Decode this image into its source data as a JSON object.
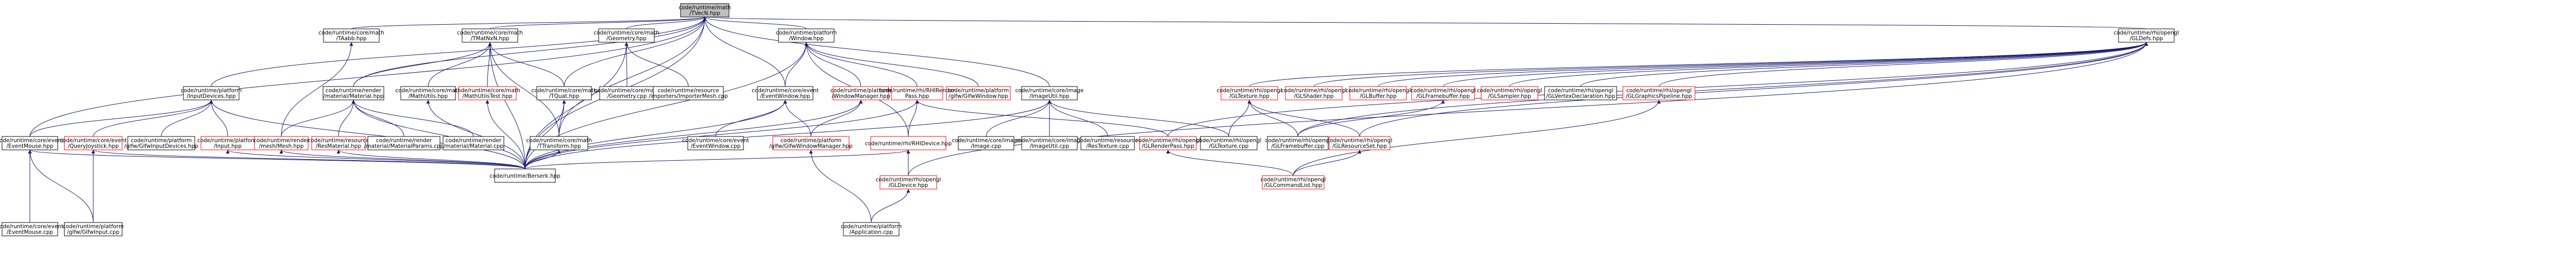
{
  "colors": {
    "edge": "#191970",
    "normal_fill": "#ffffff",
    "normal_border": "#000000",
    "red_border": "#ff0000",
    "focus_fill": "#bfbfbf"
  },
  "nodes": [
    {
      "id": "tvecn",
      "style": "focus",
      "lines": [
        "code/runtime/math",
        "/TVecN.hpp"
      ]
    },
    {
      "id": "tmat",
      "style": "normal",
      "lines": [
        "code/runtime/core/math",
        "/TMatNxN.hpp"
      ]
    },
    {
      "id": "geom",
      "style": "normal",
      "lines": [
        "code/runtime/core/math",
        "/Geometry.hpp"
      ]
    },
    {
      "id": "window",
      "style": "normal",
      "lines": [
        "code/runtime/platform",
        "/Window.hpp"
      ]
    },
    {
      "id": "taabb",
      "style": "normal",
      "lines": [
        "code/runtime/core/math",
        "/TAabb.hpp"
      ]
    },
    {
      "id": "inputdev",
      "style": "normal",
      "lines": [
        "code/runtime/platform",
        "/InputDevices.hpp"
      ]
    },
    {
      "id": "gldefs",
      "style": "normal",
      "lines": [
        "code/runtime/rhi/opengl",
        "/GLDefs.hpp"
      ]
    },
    {
      "id": "eventmouse",
      "style": "normal",
      "lines": [
        "code/runtime/core/event",
        "/EventMouse.hpp"
      ]
    },
    {
      "id": "eventmouse_cpp",
      "style": "normal",
      "lines": [
        "code/runtime/core/event",
        "/EventMouse.cpp"
      ]
    },
    {
      "id": "queryjoy",
      "style": "red",
      "lines": [
        "code/runtime/core/event",
        "/QueryJoystick.hpp"
      ]
    },
    {
      "id": "glfwinput_cpp",
      "style": "normal",
      "lines": [
        "code/runtime/platform",
        "/glfw/GlfwInput.cpp"
      ]
    },
    {
      "id": "glfwinputdev",
      "style": "normal",
      "lines": [
        "code/runtime/platform",
        "/glfw/GlfwInputDevices.hpp"
      ]
    },
    {
      "id": "input",
      "style": "red",
      "lines": [
        "code/runtime/platform",
        "/Input.hpp"
      ]
    },
    {
      "id": "material",
      "style": "normal",
      "lines": [
        "code/runtime/render",
        "/material/Material.hpp"
      ]
    },
    {
      "id": "mesh",
      "style": "red",
      "lines": [
        "code/runtime/render",
        "/mesh/Mesh.hpp"
      ]
    },
    {
      "id": "resmaterial",
      "style": "red",
      "lines": [
        "code/runtime/resource",
        "/ResMaterial.hpp"
      ]
    },
    {
      "id": "materialparams",
      "style": "normal",
      "lines": [
        "code/runtime/render",
        "/material/MaterialParams.cpp"
      ]
    },
    {
      "id": "material_cpp",
      "style": "normal",
      "lines": [
        "code/runtime/render",
        "/material/Material.cpp"
      ]
    },
    {
      "id": "mathutils",
      "style": "normal",
      "lines": [
        "code/runtime/core/math",
        "/MathUtils.hpp"
      ]
    },
    {
      "id": "mathutilstest",
      "style": "red",
      "lines": [
        "code/runtime/core/math",
        "/MathUtilsTest.hpp"
      ]
    },
    {
      "id": "tquat",
      "style": "normal",
      "lines": [
        "code/runtime/core/math",
        "/TQuat.hpp"
      ]
    },
    {
      "id": "ttransform",
      "style": "normal",
      "lines": [
        "code/runtime/core/math",
        "/TTransform.hpp"
      ]
    },
    {
      "id": "geom_cpp",
      "style": "normal",
      "lines": [
        "code/runtime/core/math",
        "/Geometry.cpp"
      ]
    },
    {
      "id": "importer",
      "style": "normal",
      "lines": [
        "code/runtime/resource",
        "/importers/ImporterMesh.cpp"
      ]
    },
    {
      "id": "eventwindow",
      "style": "normal",
      "lines": [
        "code/runtime/core/event",
        "/EventWindow.hpp"
      ]
    },
    {
      "id": "eventwindow_cpp",
      "style": "normal",
      "lines": [
        "code/runtime/core/event",
        "/EventWindow.cpp"
      ]
    },
    {
      "id": "winmanager",
      "style": "red",
      "lines": [
        "code/runtime/platform",
        "/WindowManager.hpp"
      ]
    },
    {
      "id": "glfwwinmgr",
      "style": "red",
      "lines": [
        "code/runtime/platform",
        "/glfw/GlfwWindowManager.hpp"
      ]
    },
    {
      "id": "glfwwindow",
      "style": "red",
      "lines": [
        "code/runtime/platform",
        "/glfw/GlfwWindow.hpp"
      ]
    },
    {
      "id": "rhirender",
      "style": "red",
      "lines": [
        "code/runtime/rhi/RHIRender",
        "Pass.hpp"
      ]
    },
    {
      "id": "rhidevice",
      "style": "red",
      "lines": [
        "code/runtime/rhi/RHIDevice.hpp"
      ]
    },
    {
      "id": "gldevice",
      "style": "red",
      "lines": [
        "code/runtime/rhi/opengl",
        "/GLDevice.hpp"
      ]
    },
    {
      "id": "application",
      "style": "normal",
      "lines": [
        "code/runtime/platform",
        "/Application.cpp"
      ]
    },
    {
      "id": "imageutil",
      "style": "normal",
      "lines": [
        "code/runtime/core/image",
        "/ImageUtil.hpp"
      ]
    },
    {
      "id": "image_cpp",
      "style": "normal",
      "lines": [
        "code/runtime/core/image",
        "/Image.cpp"
      ]
    },
    {
      "id": "imageutil_cpp",
      "style": "normal",
      "lines": [
        "code/runtime/core/image",
        "/ImageUtil.cpp"
      ]
    },
    {
      "id": "restexture",
      "style": "normal",
      "lines": [
        "code/runtime/resource",
        "/ResTexture.cpp"
      ]
    },
    {
      "id": "berserk",
      "style": "normal",
      "lines": [
        "code/runtime/Berserk.hpp"
      ]
    },
    {
      "id": "glrenderpass",
      "style": "red",
      "lines": [
        "code/runtime/rhi/opengl",
        "/GLRenderPass.hpp"
      ]
    },
    {
      "id": "gltexture_cpp",
      "style": "normal",
      "lines": [
        "code/runtime/rhi/opengl",
        "/GLTexture.cpp"
      ]
    },
    {
      "id": "glframebuffer_cpp",
      "style": "normal",
      "lines": [
        "code/runtime/rhi/opengl",
        "/GLFramebuffer.cpp"
      ]
    },
    {
      "id": "glresourceset",
      "style": "red",
      "lines": [
        "code/runtime/rhi/opengl",
        "/GLResourceSet.hpp"
      ]
    },
    {
      "id": "glcommandlist",
      "style": "red",
      "lines": [
        "code/runtime/rhi/opengl",
        "/GLCommandList.hpp"
      ]
    },
    {
      "id": "gltexture",
      "style": "red",
      "lines": [
        "code/runtime/rhi/opengl",
        "/GLTexture.hpp"
      ]
    },
    {
      "id": "glshader",
      "style": "red",
      "lines": [
        "code/runtime/rhi/opengl",
        "/GLShader.hpp"
      ]
    },
    {
      "id": "glbuffer",
      "style": "red",
      "lines": [
        "code/runtime/rhi/opengl",
        "/GLBuffer.hpp"
      ]
    },
    {
      "id": "glframebuffer",
      "style": "red",
      "lines": [
        "code/runtime/rhi/opengl",
        "/GLFramebuffer.hpp"
      ]
    },
    {
      "id": "glsampler",
      "style": "red",
      "lines": [
        "code/runtime/rhi/opengl",
        "/GLSampler.hpp"
      ]
    },
    {
      "id": "glvertexdecl",
      "style": "normal",
      "lines": [
        "code/runtime/rhi/opengl",
        "/GLVertexDeclaration.hpp"
      ]
    },
    {
      "id": "glgraphicspipe",
      "style": "red",
      "lines": [
        "code/runtime/rhi/opengl",
        "/GLGraphicsPipeline.hpp"
      ]
    }
  ],
  "edges": [
    [
      "tmat",
      "tvecn"
    ],
    [
      "geom",
      "tvecn"
    ],
    [
      "window",
      "tvecn"
    ],
    [
      "taabb",
      "tvecn"
    ],
    [
      "inputdev",
      "tvecn"
    ],
    [
      "gldefs",
      "tvecn"
    ],
    [
      "eventmouse",
      "tvecn"
    ],
    [
      "tquat",
      "tvecn"
    ],
    [
      "ttransform",
      "tvecn"
    ],
    [
      "eventwindow",
      "tvecn"
    ],
    [
      "imageutil",
      "tvecn"
    ],
    [
      "berserk",
      "tvecn"
    ],
    [
      "material",
      "tvecn"
    ],
    [
      "mathutils",
      "tmat"
    ],
    [
      "mathutilstest",
      "tmat"
    ],
    [
      "tquat",
      "tmat"
    ],
    [
      "ttransform",
      "tmat"
    ],
    [
      "material",
      "tmat"
    ],
    [
      "berserk",
      "tmat"
    ],
    [
      "geom_cpp",
      "geom"
    ],
    [
      "importer",
      "geom"
    ],
    [
      "berserk",
      "geom"
    ],
    [
      "eventwindow",
      "window"
    ],
    [
      "winmanager",
      "window"
    ],
    [
      "glfwwindow",
      "window"
    ],
    [
      "rhirender",
      "window"
    ],
    [
      "rhidevice",
      "window"
    ],
    [
      "berserk",
      "window"
    ],
    [
      "mesh",
      "taabb"
    ],
    [
      "eventmouse",
      "inputdev"
    ],
    [
      "queryjoy",
      "inputdev"
    ],
    [
      "glfwinputdev",
      "inputdev"
    ],
    [
      "input",
      "inputdev"
    ],
    [
      "berserk",
      "inputdev"
    ],
    [
      "eventmouse_cpp",
      "eventmouse"
    ],
    [
      "glfwinput_cpp",
      "eventmouse"
    ],
    [
      "berserk",
      "eventmouse"
    ],
    [
      "glfwinput_cpp",
      "queryjoy"
    ],
    [
      "berserk",
      "queryjoy"
    ],
    [
      "berserk",
      "input"
    ],
    [
      "mesh",
      "material"
    ],
    [
      "resmaterial",
      "material"
    ],
    [
      "materialparams",
      "material"
    ],
    [
      "material_cpp",
      "material"
    ],
    [
      "berserk",
      "material"
    ],
    [
      "berserk",
      "mesh"
    ],
    [
      "berserk",
      "resmaterial"
    ],
    [
      "berserk",
      "mathutils"
    ],
    [
      "berserk",
      "mathutilstest"
    ],
    [
      "ttransform",
      "tquat"
    ],
    [
      "berserk",
      "tquat"
    ],
    [
      "berserk",
      "ttransform"
    ],
    [
      "eventwindow_cpp",
      "eventwindow"
    ],
    [
      "glfwwinmgr",
      "eventwindow"
    ],
    [
      "berserk",
      "eventwindow"
    ],
    [
      "glfwwinmgr",
      "winmanager"
    ],
    [
      "berserk",
      "winmanager"
    ],
    [
      "application",
      "glfwwinmgr"
    ],
    [
      "rhidevice",
      "rhirender"
    ],
    [
      "glrenderpass",
      "rhirender"
    ],
    [
      "berserk",
      "rhirender"
    ],
    [
      "gldevice",
      "rhidevice"
    ],
    [
      "berserk",
      "rhidevice"
    ],
    [
      "application",
      "gldevice"
    ],
    [
      "image_cpp",
      "imageutil"
    ],
    [
      "imageutil_cpp",
      "imageutil"
    ],
    [
      "restexture",
      "imageutil"
    ],
    [
      "gltexture_cpp",
      "imageutil"
    ],
    [
      "berserk",
      "imageutil"
    ],
    [
      "glrenderpass",
      "gldefs"
    ],
    [
      "gltexture",
      "gldefs"
    ],
    [
      "glshader",
      "gldefs"
    ],
    [
      "glbuffer",
      "gldefs"
    ],
    [
      "glframebuffer",
      "gldefs"
    ],
    [
      "glsampler",
      "gldefs"
    ],
    [
      "glvertexdecl",
      "gldefs"
    ],
    [
      "glgraphicspipe",
      "gldefs"
    ],
    [
      "glframebuffer_cpp",
      "gldefs"
    ],
    [
      "glresourceset",
      "gldefs"
    ],
    [
      "gldevice",
      "gldefs"
    ],
    [
      "gltexture_cpp",
      "gltexture"
    ],
    [
      "glframebuffer_cpp",
      "gltexture"
    ],
    [
      "glresourceset",
      "gltexture"
    ],
    [
      "glframebuffer_cpp",
      "glframebuffer"
    ],
    [
      "glcommandlist",
      "glrenderpass"
    ],
    [
      "glcommandlist",
      "glresourceset"
    ],
    [
      "glcommandlist",
      "glgraphicspipe"
    ]
  ]
}
